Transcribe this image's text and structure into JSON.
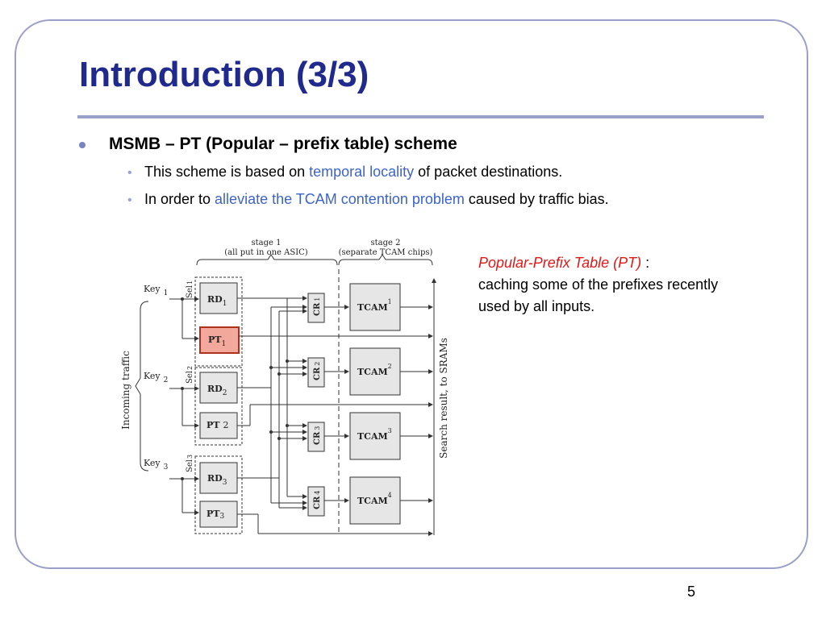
{
  "title": "Introduction (3/3)",
  "bullet": {
    "main": "MSMB – PT (Popular – prefix table) scheme",
    "sub1_pre": "This scheme is based on ",
    "sub1_hl": "temporal locality",
    "sub1_post": " of packet destinations.",
    "sub2_pre": "In order to ",
    "sub2_hl": "alleviate the TCAM contention problem",
    "sub2_post": " caused by traffic bias."
  },
  "note": {
    "red": "Popular-Prefix Table (PT)",
    "colon": " :",
    "body": "caching some of the prefixes recently used by all inputs."
  },
  "page_number": "5",
  "diagram": {
    "stage1": "stage 1",
    "stage1_sub": "(all put in one ASIC)",
    "stage2": "stage 2",
    "stage2_sub": "(separate TCAM chips)",
    "incoming": "Incoming traffic",
    "search": "Search result, to SRAMs",
    "key": "Key",
    "sel": "Sel",
    "rd": "RD",
    "pt": "PT",
    "cr": "CR",
    "tcam": "TCAM",
    "idx": [
      "1",
      "2",
      "3",
      "4"
    ]
  },
  "colors": {
    "title": "#1f2a8c",
    "accent_link": "#3c64c8",
    "note_red": "#e01818",
    "pt1_fill": "#f2a89a",
    "box_fill": "#e6e6e6"
  }
}
